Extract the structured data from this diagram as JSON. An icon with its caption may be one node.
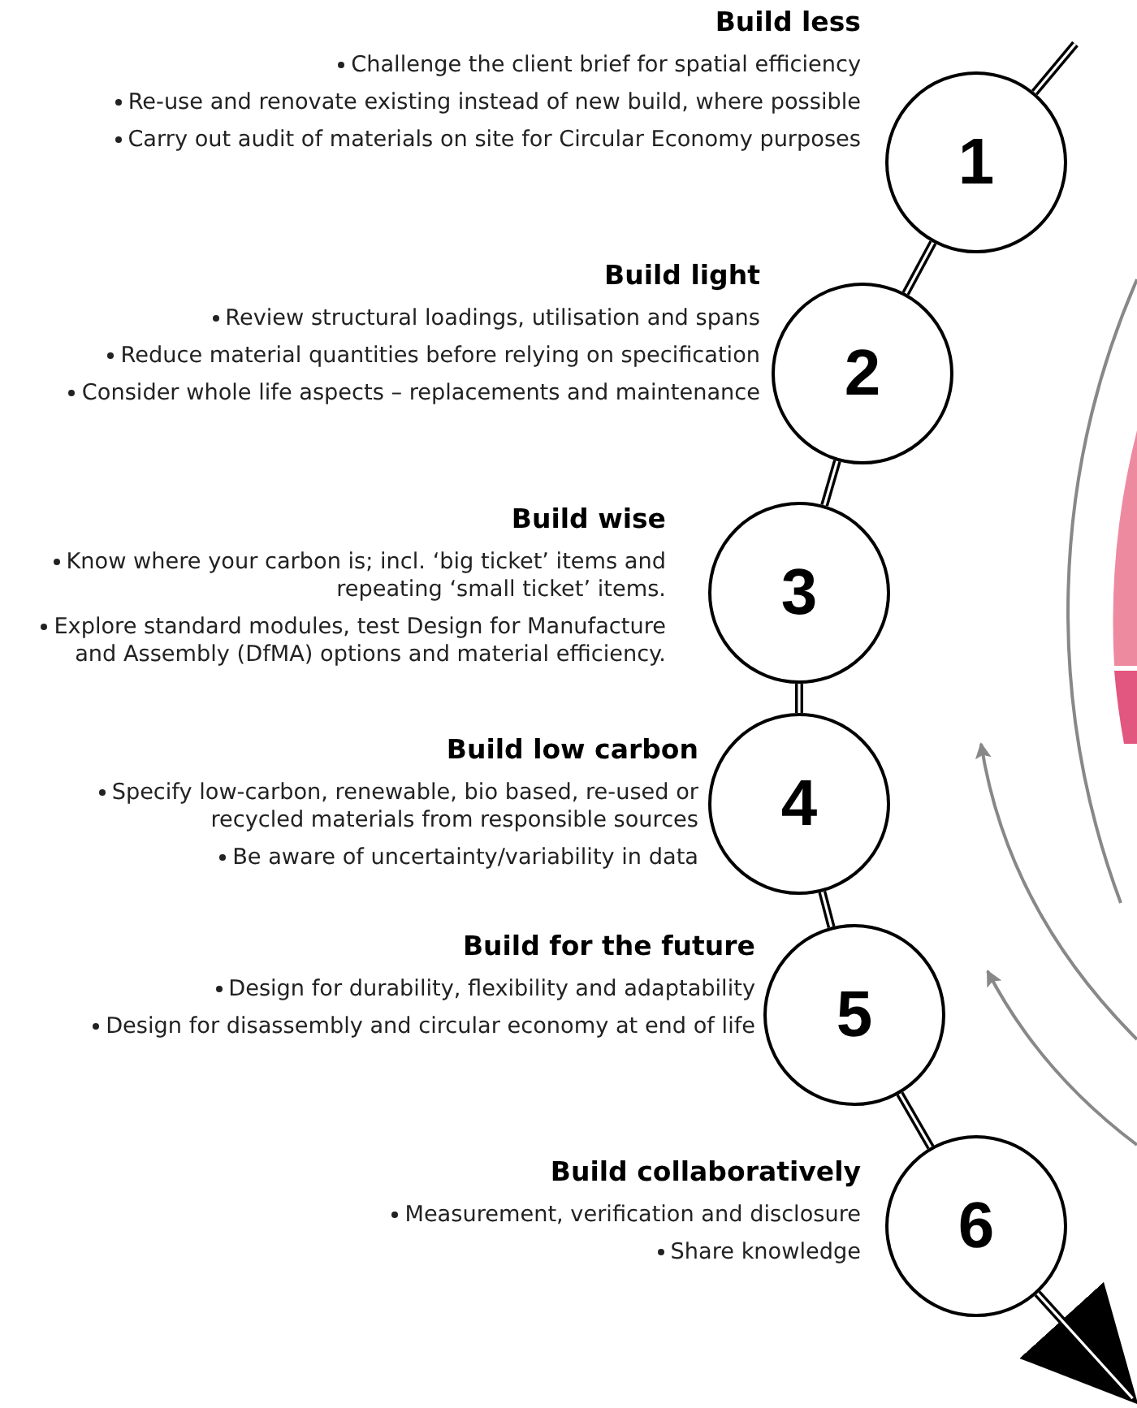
{
  "diagram": {
    "nodes": [
      {
        "text": [
          "1"
        ],
        "beside": [
          "Build less",
          "Challenge the client brief for spatial efficiency",
          "Re-use and renovate existing instead of new build, where possible",
          "Carry out audit of materials on site for Circular Economy purposes"
        ]
      },
      {
        "text": [
          "2"
        ],
        "beside": [
          "Build light",
          "Review structural loadings, utilisation and spans",
          "Reduce material quantities before relying on specification",
          "Consider whole life aspects – replacements and maintenance"
        ]
      },
      {
        "text": [
          "3"
        ],
        "beside": [
          "Build wise",
          "Know where your carbon is; incl. ‘big ticket’ items and repeating ‘small ticket’ items.",
          "Explore standard modules, test Design for Manufacture and Assembly (DfMA) options and material efficiency."
        ]
      },
      {
        "text": [
          "4"
        ],
        "beside": [
          "Build low carbon",
          "Specify low-carbon, renewable, bio based, re-used or recycled materials from responsible sources",
          "Be aware of uncertainty/variability in data"
        ]
      },
      {
        "text": [
          "5"
        ],
        "beside": [
          "Build for the future",
          "Design for durability, flexibility and adaptability",
          "Design for disassembly and circular economy at end of life"
        ]
      },
      {
        "text": [
          "6"
        ],
        "beside": [
          "Build collaboratively",
          "Measurement, verification and disclosure",
          "Share knowledge"
        ]
      }
    ],
    "edges": [
      {
        "from": null,
        "to": 0,
        "arrow": "none"
      },
      {
        "from": 0,
        "to": 1,
        "arrow": "none"
      },
      {
        "from": 1,
        "to": 2,
        "arrow": "none"
      },
      {
        "from": 2,
        "to": 3,
        "arrow": "none"
      },
      {
        "from": 3,
        "to": 4,
        "arrow": "none"
      },
      {
        "from": 4,
        "to": 5,
        "arrow": "none"
      },
      {
        "from": 5,
        "to": null,
        "arrow": "to"
      }
    ]
  }
}
